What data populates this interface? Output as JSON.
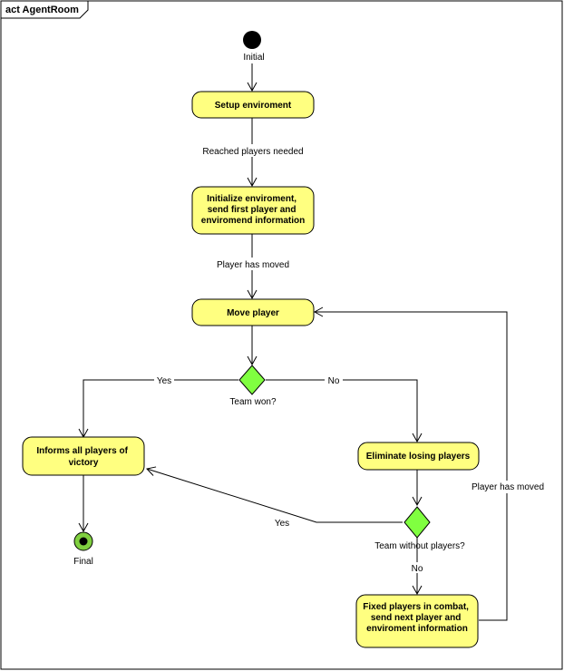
{
  "diagram": {
    "title": "act AgentRoom",
    "colors": {
      "activity_fill": "#ffff80",
      "activity_stroke": "#000000",
      "decision_fill": "#80ff40",
      "final_fill": "#80d040",
      "line": "#000000"
    },
    "nodes": {
      "initial": {
        "label": "Initial"
      },
      "final": {
        "label": "Final"
      },
      "setup": {
        "lines": [
          "Setup enviroment"
        ]
      },
      "initialize": {
        "lines": [
          "Initialize enviroment,",
          "send first player and",
          "enviromend information"
        ]
      },
      "move": {
        "lines": [
          "Move player"
        ]
      },
      "team_won": {
        "label": "Team won?"
      },
      "informs": {
        "lines": [
          "Informs all players of",
          "victory"
        ]
      },
      "eliminate": {
        "lines": [
          "Eliminate losing players"
        ]
      },
      "team_without": {
        "label": "Team without players?"
      },
      "fixed": {
        "lines": [
          "Fixed players in combat,",
          "send next player and",
          "enviroment information"
        ]
      }
    },
    "edges": {
      "reached": "Reached players needed",
      "moved1": "Player has moved",
      "yes1": "Yes",
      "no1": "No",
      "yes2": "Yes",
      "no2": "No",
      "moved2": "Player has moved"
    }
  }
}
